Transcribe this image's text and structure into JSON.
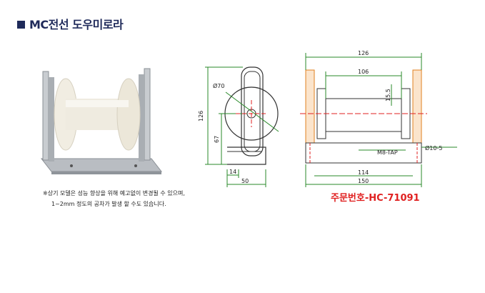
{
  "title": "MC전선 도우미로라",
  "note": {
    "line1": "※상기 모델은 성능 향상을 위해 예고없이 변경될 수 있으며,",
    "line2": "1~2mm 정도의 공차가 발생 할 수도 있습니다."
  },
  "order_number": "주문번호-HC-71091",
  "side_view": {
    "dims": {
      "diameter": "Ø70",
      "height_total": "126",
      "height_axle": "67",
      "base_inner": "14",
      "base_width": "50"
    }
  },
  "front_view": {
    "dims": {
      "overall_top": "126",
      "roller_length": "106",
      "hub": "15.5",
      "hole": "Ø10-5",
      "tap": "M8-TAP",
      "base_inner": "114",
      "base_total": "150"
    }
  },
  "colors": {
    "title": "#1f2a5a",
    "accent_red": "#e02020",
    "dim_green": "#2a8a2a",
    "frame_orange": "#e08020"
  }
}
